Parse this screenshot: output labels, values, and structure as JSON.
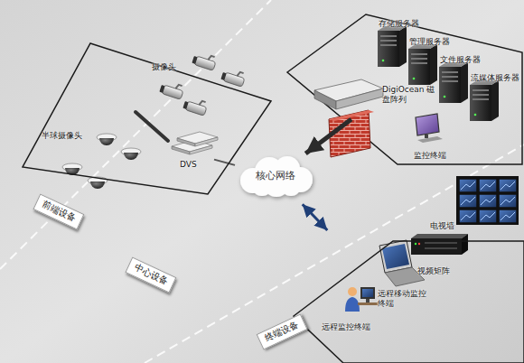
{
  "diagram": {
    "nodes": [
      {
        "text": [
          "前端设备"
        ]
      },
      {
        "text": [
          "DVS"
        ],
        "in": 0
      },
      {
        "text": [
          "核心网络"
        ]
      },
      {
        "text": [
          "DigiOcean 磁盘阵列"
        ]
      },
      {
        "text": [
          "终端设备"
        ]
      }
    ],
    "edges": [
      {
        "from": 1,
        "to": 2,
        "arrow": "none"
      },
      {
        "from": 3,
        "to": 2,
        "arrow": "to"
      },
      {
        "from": 2,
        "to": 4,
        "arrow": "both"
      }
    ],
    "labels": [
      "摄像头",
      "半球摄像头",
      "存储服务器",
      "管理服务器",
      "文件服务器",
      "流媒体服务器",
      "监控终端",
      "中心设备",
      "电视墙",
      "视频矩阵",
      "远程移动监控终端",
      "远程监控终端"
    ]
  }
}
